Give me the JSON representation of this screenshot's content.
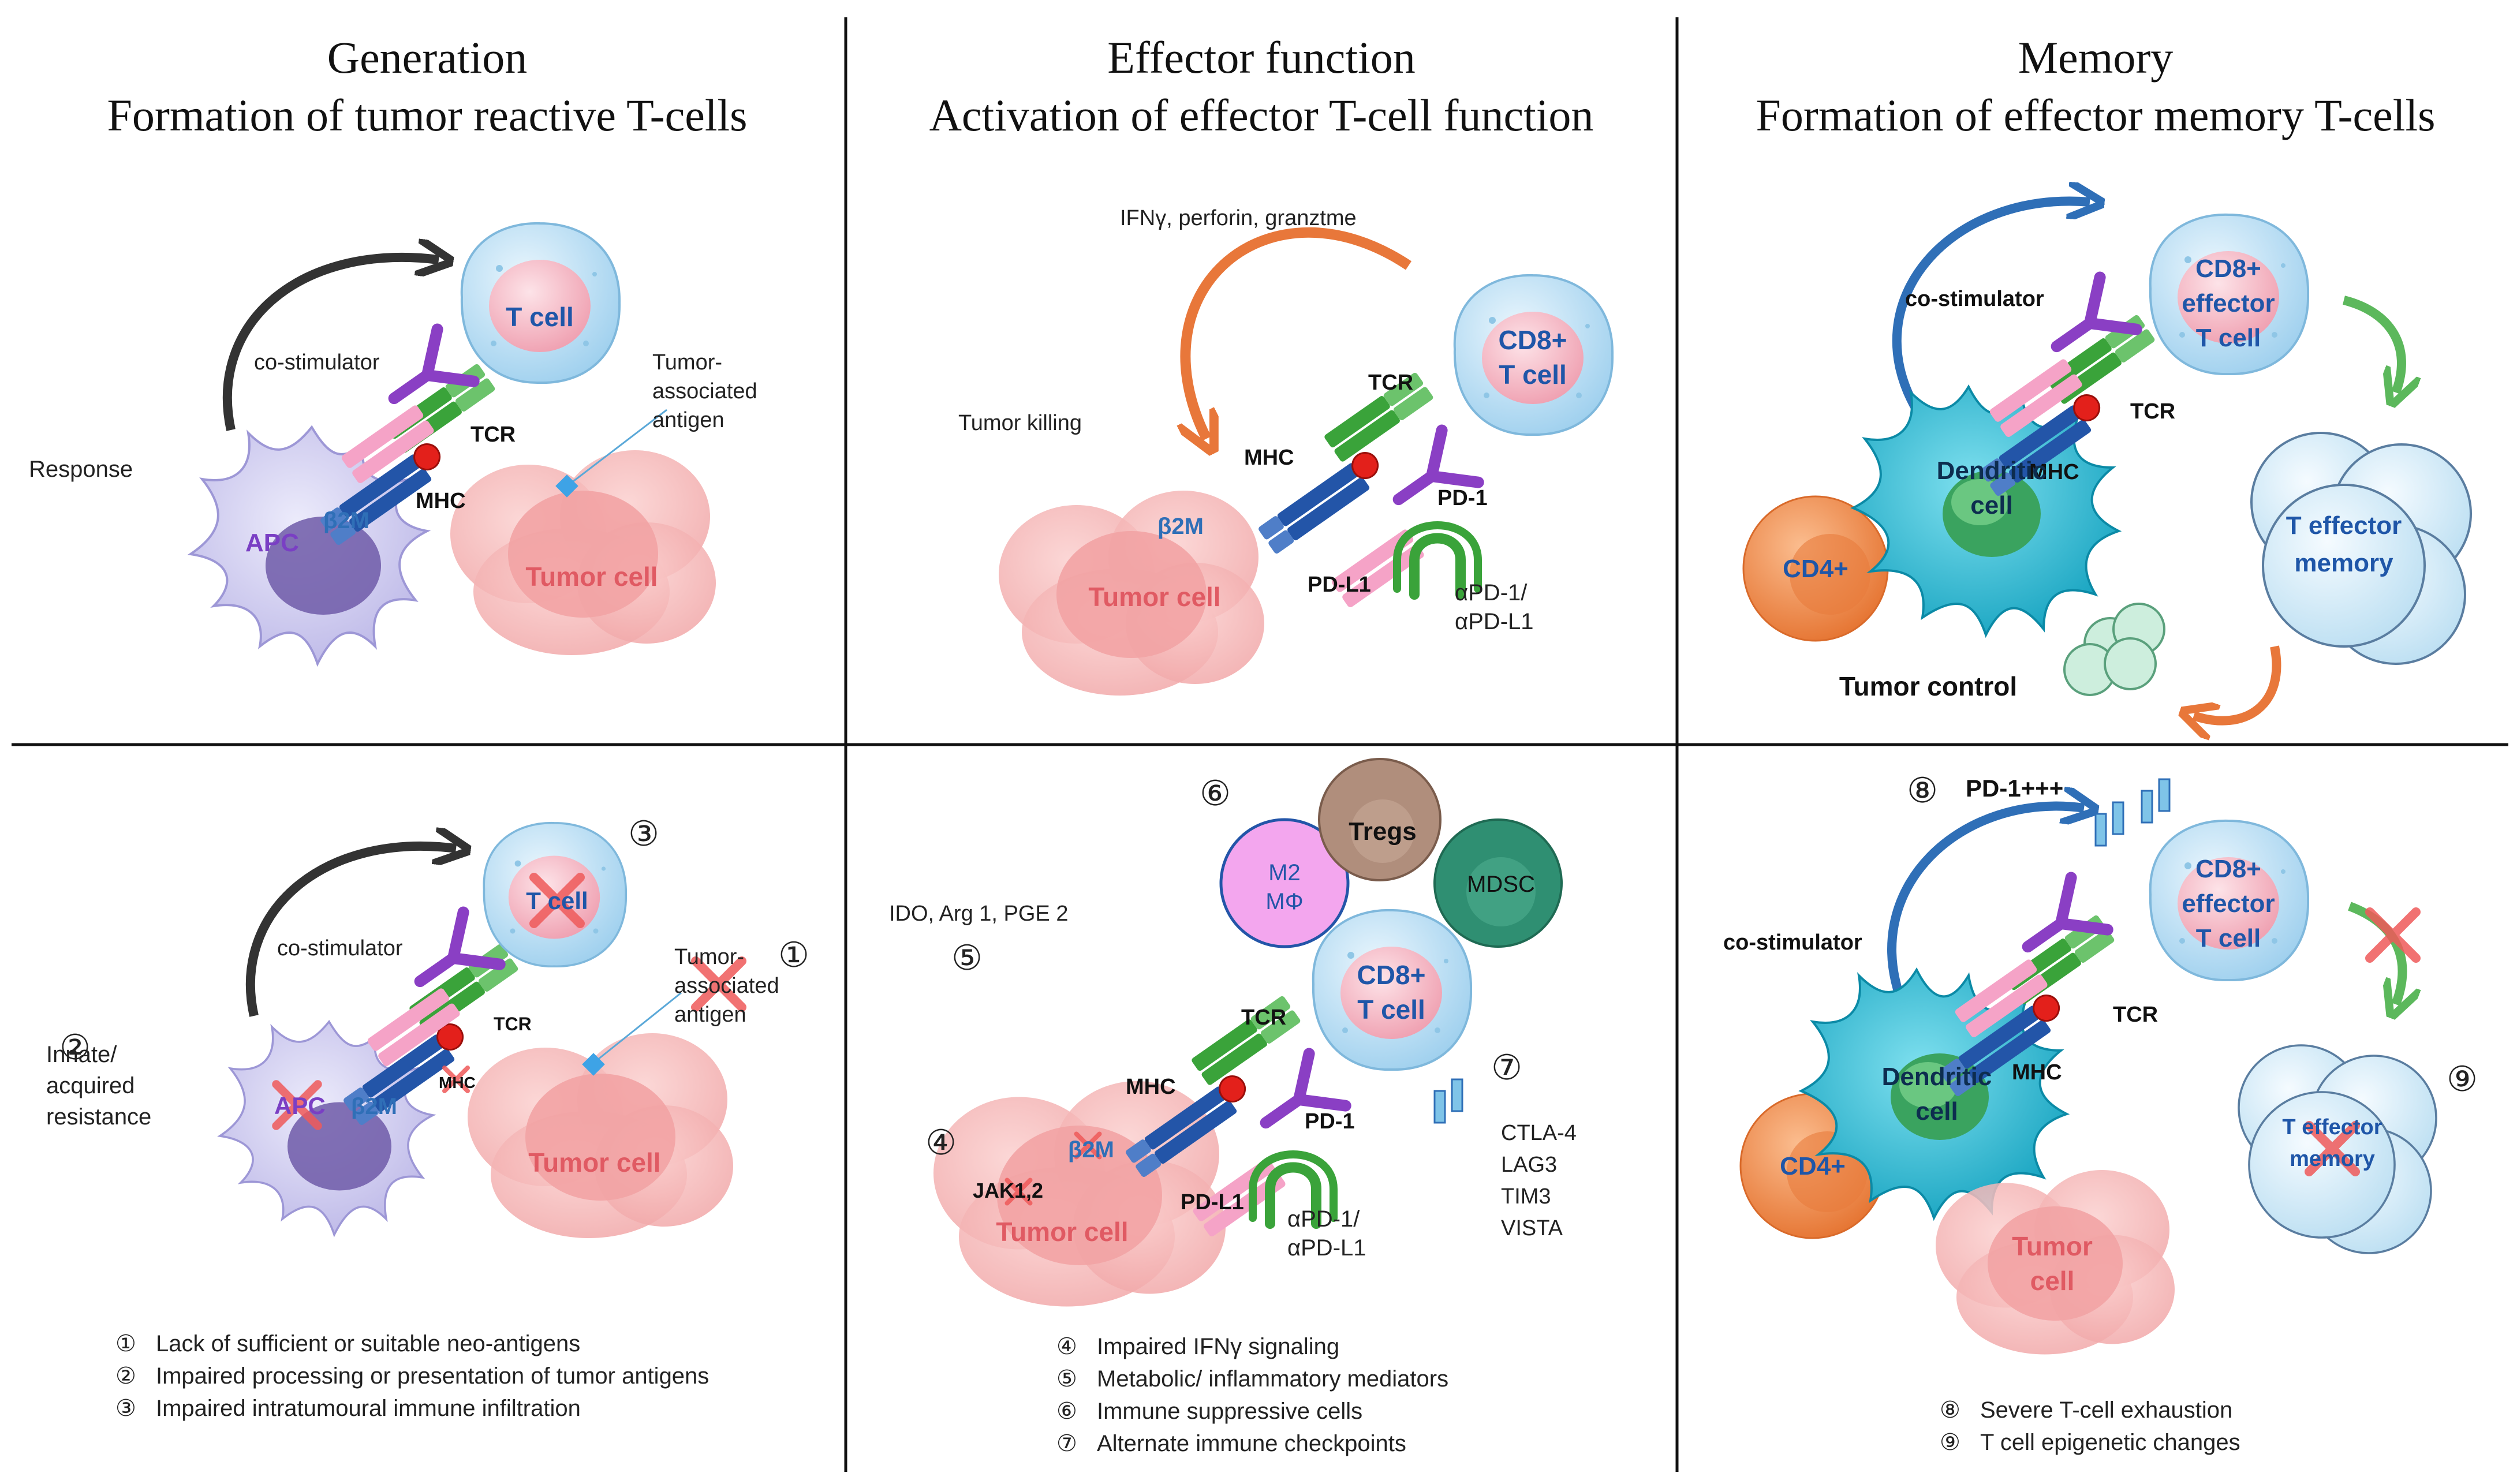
{
  "columns": [
    {
      "title": "Generation",
      "subtitle": "Formation of tumor reactive T-cells"
    },
    {
      "title": "Effector function",
      "subtitle": "Activation of effector T-cell function"
    },
    {
      "title": "Memory",
      "subtitle": "Formation of effector memory T-cells"
    }
  ],
  "rows": {
    "response": "Response",
    "resistance_l1": "Innate/",
    "resistance_l2": "acquired",
    "resistance_l3": "resistance"
  },
  "labels": {
    "tcell": "T cell",
    "apc": "APC",
    "b2m": "β2M",
    "mhc": "MHC",
    "tcr": "TCR",
    "costim": "co-stimulator",
    "tumor_cell": "Tumor cell",
    "tumor_l1": "Tumor",
    "tumor_l2": "cell",
    "taa_l1": "Tumor-",
    "taa_l2": "associated",
    "taa_l3": "antigen",
    "ifn": "IFNγ, perforin, granztme",
    "tumor_killing": "Tumor killing",
    "cd8": "CD8+",
    "effector": "effector",
    "pd1": "PD-1",
    "pdl1": "PD-L1",
    "apd1": "αPD-1/",
    "apdl1": "αPD-L1",
    "dendritic": "Dendritic",
    "cell": "cell",
    "cd4": "CD4+",
    "teff_l1": "T effector",
    "teff_l2": "memory",
    "tumor_control": "Tumor control",
    "jak": "JAK1,2",
    "ido": "IDO, Arg 1, PGE 2",
    "m2": "M2",
    "mphi": "MΦ",
    "tregs": "Tregs",
    "mdsc": "MDSC",
    "ctla4": "CTLA-4",
    "lag3": "LAG3",
    "tim3": "TIM3",
    "vista": "VISTA",
    "pd1pp": "PD-1+++"
  },
  "markers": {
    "m1": "①",
    "m2": "②",
    "m3": "③",
    "m4": "④",
    "m5": "⑤",
    "m6": "⑥",
    "m7": "⑦",
    "m8": "⑧",
    "m9": "⑨"
  },
  "legends": {
    "col1": [
      {
        "n": "①",
        "t": "Lack of sufficient or suitable neo-antigens"
      },
      {
        "n": "②",
        "t": "Impaired processing or presentation of tumor antigens"
      },
      {
        "n": "③",
        "t": "Impaired intratumoural immune infiltration"
      }
    ],
    "col2": [
      {
        "n": "④",
        "t": "Impaired IFNγ signaling"
      },
      {
        "n": "⑤",
        "t": "Metabolic/ inflammatory mediators"
      },
      {
        "n": "⑥",
        "t": "Immune suppressive cells"
      },
      {
        "n": "⑦",
        "t": "Alternate immune checkpoints"
      }
    ],
    "col3": [
      {
        "n": "⑧",
        "t": "Severe T-cell exhaustion"
      },
      {
        "n": "⑨",
        "t": "T  cell epigenetic changes"
      }
    ]
  },
  "colors": {
    "tcell_fill": "#bfe3f7",
    "tcell_nucleus": "#f6b9c4",
    "tumor": "#f4a9aa",
    "apc": "#c9c6ee",
    "dendritic": "#1fb5cf",
    "cd4": "#f08a4b",
    "tcr": "#3aa33a",
    "mhc": "#2355a8",
    "pd1": "#8a3fc4",
    "pdl1": "#f5a3c7",
    "mhc_dot": "#e3201b",
    "cross": "#ef5a5a",
    "arrow_dark": "#333333",
    "arrow_orange": "#e8773a",
    "arrow_blue": "#2f6fb7",
    "arrow_green": "#5cb85c"
  }
}
